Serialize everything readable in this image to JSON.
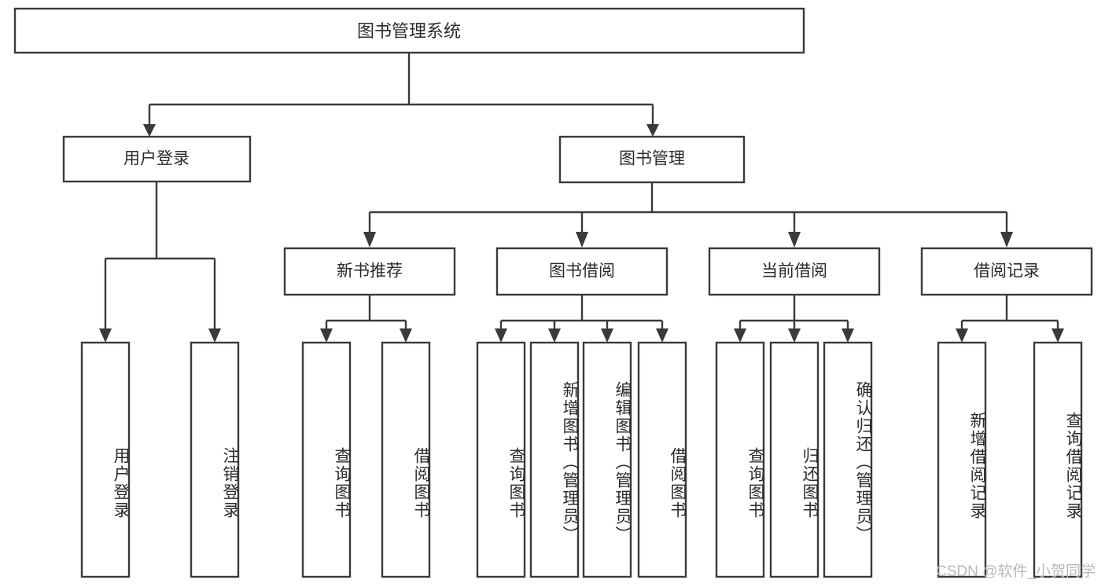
{
  "diagram": {
    "kind": "tree-hierarchy-diagram",
    "title": "图书管理系统",
    "colors": {
      "box_stroke": "#3a3a3a",
      "box_fill": "#ffffff",
      "text": "#2b2b2b",
      "connector": "#3a3a3a",
      "background": "#ffffff",
      "watermark": "#b9b9b9"
    },
    "root": {
      "label": "图书管理系统",
      "orientation": "horizontal"
    },
    "level2": [
      {
        "id": "user-login",
        "label": "用户登录",
        "orientation": "horizontal"
      },
      {
        "id": "book-manage",
        "label": "图书管理",
        "orientation": "horizontal"
      }
    ],
    "level3": [
      {
        "id": "new-book-recommend",
        "label": "新书推荐",
        "orientation": "horizontal",
        "parent": "book-manage"
      },
      {
        "id": "book-borrow",
        "label": "图书借阅",
        "orientation": "horizontal",
        "parent": "book-manage"
      },
      {
        "id": "current-borrow",
        "label": "当前借阅",
        "orientation": "horizontal",
        "parent": "book-manage"
      },
      {
        "id": "borrow-record",
        "label": "借阅记录",
        "orientation": "horizontal",
        "parent": "book-manage"
      }
    ],
    "leaves": [
      {
        "id": "leaf-user-login",
        "label": "用户登录",
        "orientation": "vertical",
        "parent": "user-login"
      },
      {
        "id": "leaf-logout",
        "label": "注销登录",
        "orientation": "vertical",
        "parent": "user-login"
      },
      {
        "id": "leaf-query-book-1",
        "label": "查询图书",
        "orientation": "vertical",
        "parent": "new-book-recommend"
      },
      {
        "id": "leaf-borrow-book-1",
        "label": "借阅图书",
        "orientation": "vertical",
        "parent": "new-book-recommend"
      },
      {
        "id": "leaf-query-book-2",
        "label": "查询图书",
        "orientation": "vertical",
        "parent": "book-borrow"
      },
      {
        "id": "leaf-add-book",
        "label": "新增图书（管理员）",
        "orientation": "vertical",
        "parent": "book-borrow"
      },
      {
        "id": "leaf-edit-book",
        "label": "编辑图书（管理员）",
        "orientation": "vertical",
        "parent": "book-borrow"
      },
      {
        "id": "leaf-borrow-book-2",
        "label": "借阅图书",
        "orientation": "vertical",
        "parent": "book-borrow"
      },
      {
        "id": "leaf-query-book-3",
        "label": "查询图书",
        "orientation": "vertical",
        "parent": "current-borrow"
      },
      {
        "id": "leaf-return-book",
        "label": "归还图书",
        "orientation": "vertical",
        "parent": "current-borrow"
      },
      {
        "id": "leaf-confirm-return",
        "label": "确认归还（管理员）",
        "orientation": "vertical",
        "parent": "current-borrow"
      },
      {
        "id": "leaf-add-record",
        "label": "新增借阅记录",
        "orientation": "vertical",
        "parent": "borrow-record"
      },
      {
        "id": "leaf-query-record",
        "label": "查询借阅记录",
        "orientation": "vertical",
        "parent": "borrow-record"
      }
    ],
    "watermark": "CSDN @软件_小贺同学"
  }
}
